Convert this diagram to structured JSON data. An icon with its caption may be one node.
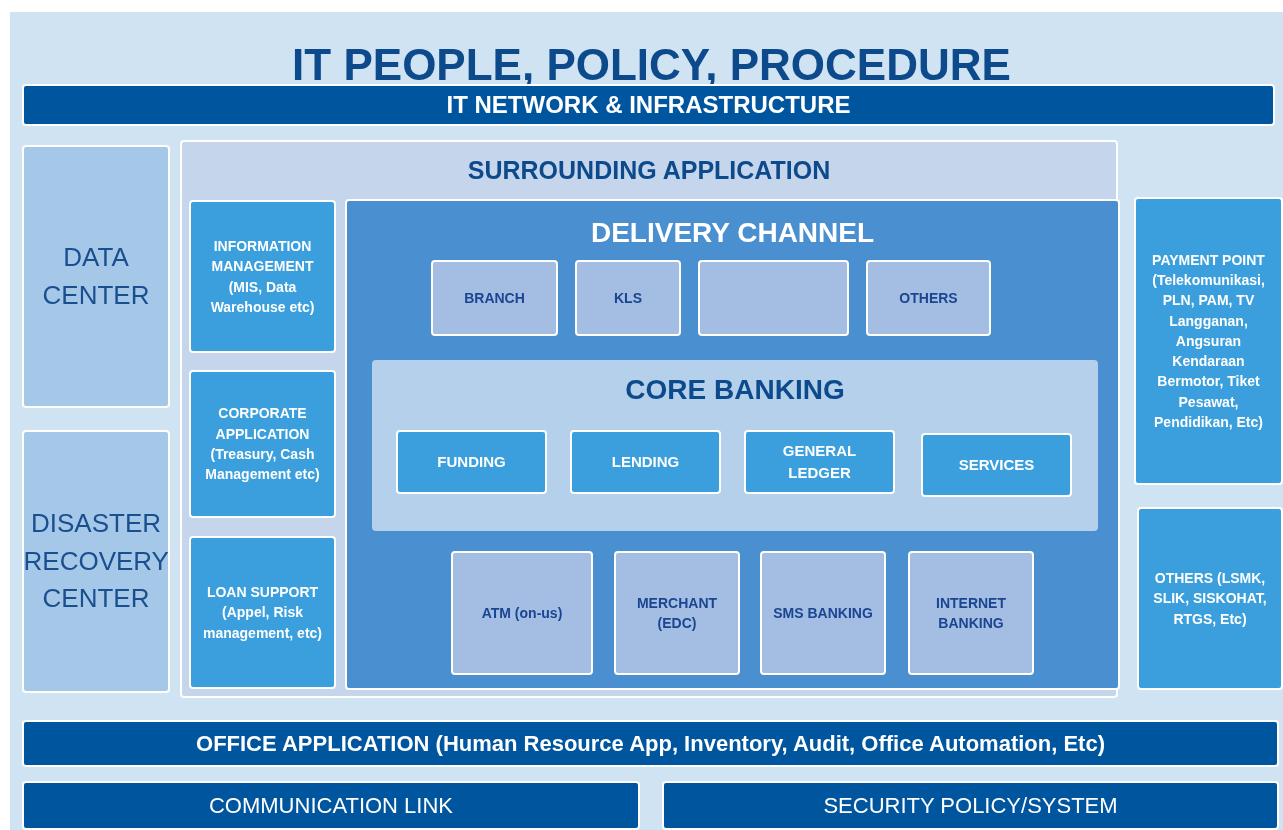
{
  "diagram": {
    "title": "IT PEOPLE, POLICY, PROCEDURE",
    "nodes": [
      {
        "text": [
          "IT NETWORK & INFRASTRUCTURE"
        ]
      },
      {
        "text": [
          "DATA CENTER"
        ]
      },
      {
        "text": [
          "DISASTER RECOVERY CENTER"
        ]
      },
      {
        "text": [
          "SURROUNDING APPLICATION"
        ]
      },
      {
        "text": [
          "INFORMATION MANAGEMENT (MIS, Data Warehouse etc)"
        ],
        "in": 3
      },
      {
        "text": [
          "CORPORATE APPLICATION (Treasury, Cash Management etc)"
        ],
        "in": 3
      },
      {
        "text": [
          "LOAN SUPPORT (Appel, Risk management, etc)"
        ],
        "in": 3
      },
      {
        "text": [
          "DELIVERY CHANNEL"
        ],
        "in": 3
      },
      {
        "text": [
          "BRANCH"
        ],
        "in": 7
      },
      {
        "text": [
          "KLS"
        ],
        "in": 7
      },
      {
        "text": [],
        "shape": "box",
        "in": 7
      },
      {
        "text": [
          "OTHERS"
        ],
        "in": 7
      },
      {
        "text": [
          "CORE BANKING"
        ],
        "in": 7
      },
      {
        "text": [
          "FUNDING"
        ],
        "in": 12
      },
      {
        "text": [
          "LENDING"
        ],
        "in": 12
      },
      {
        "text": [
          "GENERAL LEDGER"
        ],
        "in": 12
      },
      {
        "text": [
          "SERVICES"
        ],
        "in": 12
      },
      {
        "text": [
          "ATM (on-us)"
        ],
        "in": 7
      },
      {
        "text": [
          "MERCHANT (EDC)"
        ],
        "in": 7
      },
      {
        "text": [
          "SMS BANKING"
        ],
        "in": 7
      },
      {
        "text": [
          "INTERNET BANKING"
        ],
        "in": 7
      },
      {
        "text": [
          "PAYMENT POINT (Telekomunikasi, PLN, PAM, TV Langganan, Angsuran Kendaraan Bermotor, Tiket Pesawat, Pendidikan, Etc)"
        ]
      },
      {
        "text": [
          "OTHERS (LSMK, SLIK, SISKOHAT, RTGS, Etc)"
        ]
      },
      {
        "text": [
          "OFFICE APPLICATION (Human Resource App, Inventory, Audit, Office Automation, Etc)"
        ]
      },
      {
        "text": [
          "COMMUNICATION LINK"
        ]
      },
      {
        "text": [
          "SECURITY POLICY/SYSTEM"
        ]
      }
    ]
  }
}
